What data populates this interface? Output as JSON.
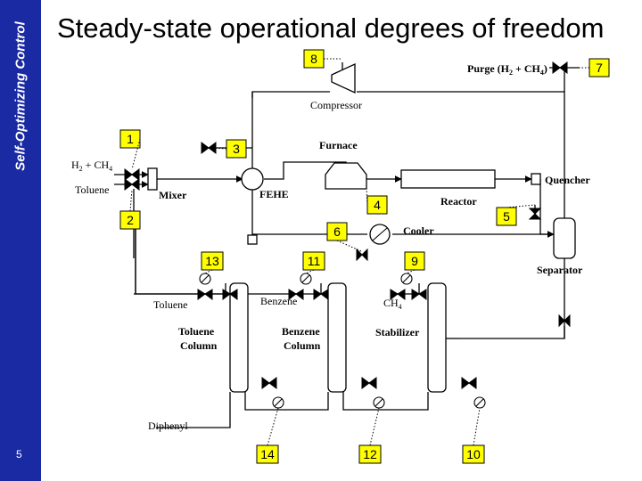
{
  "sidebar": {
    "label": "Self-Optimizing Control",
    "page_number": "5"
  },
  "title": "Steady-state operational degrees of freedom",
  "colors": {
    "sidebar": "#1a2aa3",
    "badge_fill": "#ffff00",
    "line": "#000000"
  },
  "labels": {
    "compressor": "Compressor",
    "purge": "Purge (H",
    "purge_sub2": "2",
    "purge_plus": " + CH",
    "purge_sub4": "4",
    "purge_close": ")",
    "furnace": "Furnace",
    "feed_h2": "H",
    "feed_sub2": "2",
    "feed_plus": " + CH",
    "feed_sub4": "4",
    "feed_toluene": "Toluene",
    "mixer": "Mixer",
    "fehe": "FEHE",
    "reactor": "Reactor",
    "quencher": "Quencher",
    "cooler": "Cooler",
    "separator": "Separator",
    "toluene_out": "Toluene",
    "benzene_out": "Benzene",
    "ch4_out": "CH",
    "ch4_sub": "4",
    "toluene_column_1": "Toluene",
    "toluene_column_2": "Column",
    "benzene_column_1": "Benzene",
    "benzene_column_2": "Column",
    "stabilizer": "Stabilizer",
    "diphenyl": "Diphenyl"
  },
  "badges": [
    "1",
    "2",
    "3",
    "4",
    "5",
    "6",
    "7",
    "8",
    "9",
    "10",
    "11",
    "12",
    "13",
    "14"
  ]
}
